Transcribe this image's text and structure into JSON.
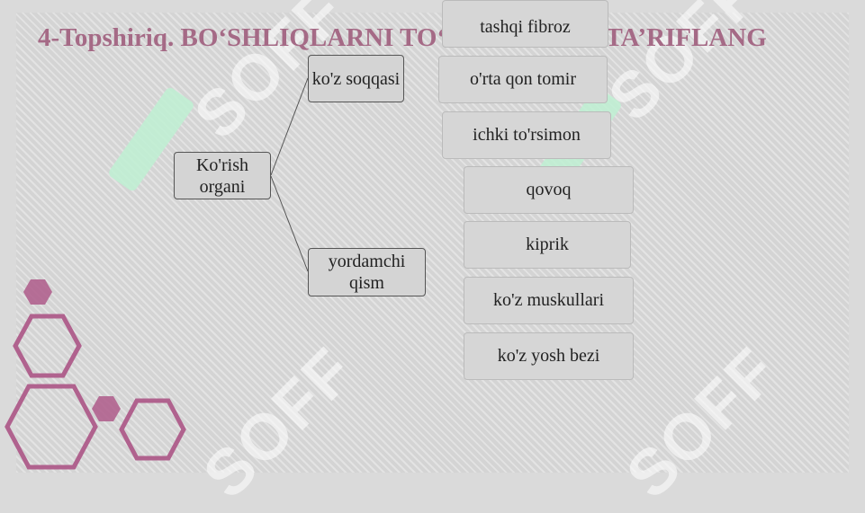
{
  "title": "4-Topshiriq. BO‘SHLIQLARNI TO‘LDIRING VA TA’RIFLANG",
  "tree": {
    "root": "Ko'rish organi",
    "branch1": "ko'z soqqasi",
    "branch2": "yordamchi qism"
  },
  "options": [
    "tashqi fibroz",
    "o'rta qon tomir",
    "ichki to'rsimon",
    "qovoq",
    "kiprik",
    "ko'z muskullari",
    "ko'z yosh bezi"
  ],
  "watermark": "SOFF",
  "colors": {
    "title": "#a56a86",
    "hexagon": "#b0628e",
    "logo": "#bef0d2"
  }
}
